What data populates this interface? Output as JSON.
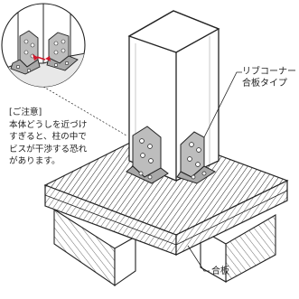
{
  "labels": {
    "rib_corner": [
      "リブコーナー",
      "合板タイプ"
    ],
    "plywood": "合板"
  },
  "caution": {
    "heading": "[ご注意]",
    "lines": [
      "本体どうしを近づけ",
      "すぎると、柱の中で",
      "ビスが干渉する恐れ",
      "があります。"
    ]
  },
  "colors": {
    "accent_red": "#d0182c",
    "bracket": "#bdbdbd",
    "line": "#222222"
  }
}
